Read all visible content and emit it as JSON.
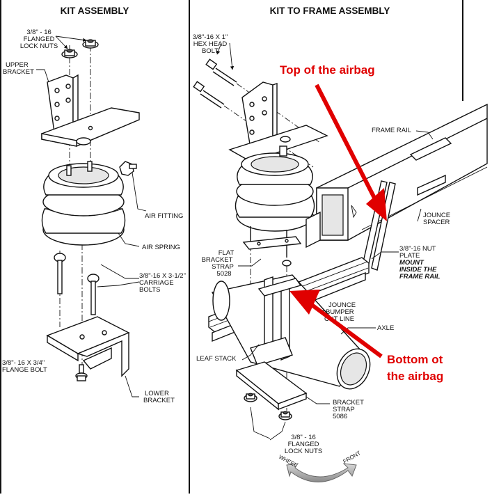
{
  "headers": {
    "left": "KIT ASSEMBLY",
    "right": "KIT TO FRAME ASSEMBLY"
  },
  "left_labels": {
    "lock_nuts_1": "3/8\" - 16",
    "lock_nuts_2": "FLANGED",
    "lock_nuts_3": "LOCK NUTS",
    "upper_bracket_1": "UPPER",
    "upper_bracket_2": "BRACKET",
    "air_fitting": "AIR FITTING",
    "air_spring": "AIR SPRING",
    "carriage_1": "3/8\"-16 X 3-1/2\"",
    "carriage_2": "CARRIAGE",
    "carriage_3": "BOLTS",
    "flange_bolt_1": "3/8\"- 16 X 3/4\"",
    "flange_bolt_2": "FLANGE BOLT",
    "lower_bracket_1": "LOWER",
    "lower_bracket_2": "BRACKET"
  },
  "right_labels": {
    "hex_bolt_1": "3/8\"-16 X 1\"",
    "hex_bolt_2": "HEX HEAD",
    "hex_bolt_3": "BOLT",
    "frame_rail": "FRAME RAIL",
    "jounce_spacer_1": "JOUNCE",
    "jounce_spacer_2": "SPACER",
    "nut_plate_1": "3/8\"-16 NUT",
    "nut_plate_2": "PLATE",
    "nut_plate_3": "MOUNT",
    "nut_plate_4": "INSIDE THE",
    "nut_plate_5": "FRAME RAIL",
    "flat_strap_1": "FLAT",
    "flat_strap_2": "BRACKET",
    "flat_strap_3": "STRAP",
    "flat_strap_4": "5028",
    "jounce_bumper_1": "JOUNCE",
    "jounce_bumper_2": "BUMPER",
    "jounce_bumper_3": "CUT LINE",
    "axle": "AXLE",
    "leaf_stack": "LEAF STACK",
    "bracket_strap_1": "BRACKET",
    "bracket_strap_2": "STRAP",
    "bracket_strap_3": "5086",
    "lock_nuts_1": "3/8\" - 16",
    "lock_nuts_2": "FLANGED",
    "lock_nuts_3": "LOCK NUTS",
    "wheel": "WHEEL",
    "front": "FRONT"
  },
  "annotations": {
    "top_airbag": "Top of the airbag",
    "bottom_airbag_1": "Bottom ot",
    "bottom_airbag_2": "the airbag"
  },
  "colors": {
    "annotation_red": "#e00000",
    "line": "#111111",
    "arrow_gray": "#9a9a9a"
  }
}
